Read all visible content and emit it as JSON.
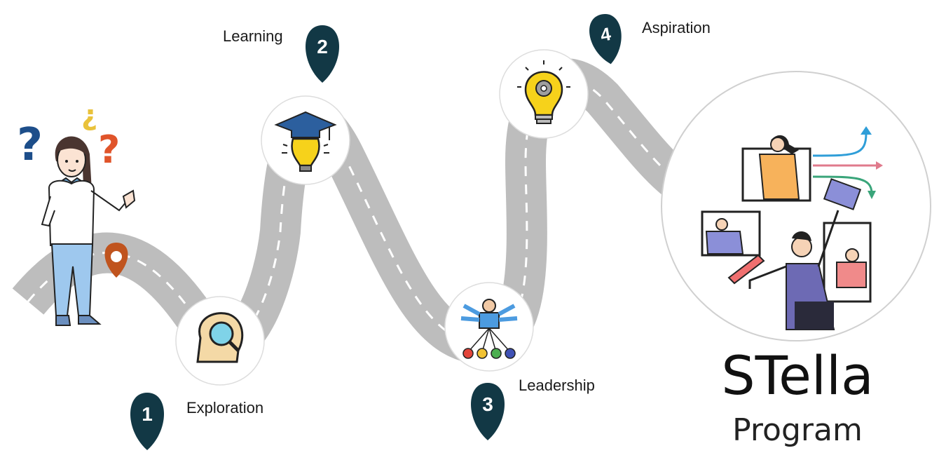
{
  "steps": [
    {
      "number": "1",
      "label": "Exploration"
    },
    {
      "number": "2",
      "label": "Learning"
    },
    {
      "number": "3",
      "label": "Leadership"
    },
    {
      "number": "4",
      "label": "Aspiration"
    }
  ],
  "program": {
    "title": "STella",
    "subtitle": "Program"
  },
  "decor": {
    "question_marks": [
      "?",
      "?",
      "¿"
    ]
  },
  "colors": {
    "road": "#bdbdbd",
    "road_dash": "#ffffff",
    "pin": "#123845",
    "start_pin": "#c0541e",
    "question_blue": "#1d4e8a",
    "question_orange": "#e0542a",
    "question_yellow": "#e9c23b",
    "bulb_yellow": "#f6d21b"
  },
  "icons": [
    "person-icon",
    "head-search-icon",
    "graduation-bulb-icon",
    "network-people-icon",
    "gear-bulb-icon",
    "team-illustration-icon"
  ]
}
